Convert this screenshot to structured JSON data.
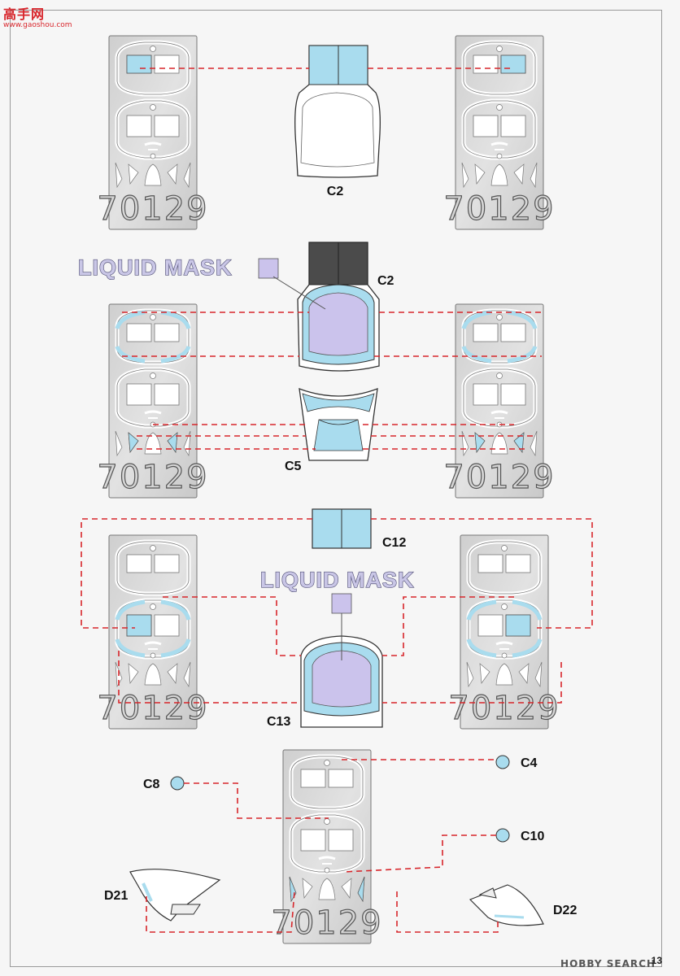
{
  "watermark": {
    "site_name": "高手网",
    "site_url": "www.gaoshou.com"
  },
  "sheet_number": "70129",
  "liquid_mask_label": "LIQUID MASK",
  "parts": {
    "c2_top": "C2",
    "c2_mid": "C2",
    "c5": "C5",
    "c12": "C12",
    "c13": "C13",
    "c4": "C4",
    "c8": "C8",
    "c10": "C10",
    "d21": "D21",
    "d22": "D22"
  },
  "footer": {
    "source_logo": "HOBBY SEARCH",
    "page_number": "13"
  },
  "colors": {
    "mask_blue": "#a9dcee",
    "liquid_mask": "#cbc3ec",
    "dash_red": "#d7262b",
    "sheet_gray": "#d6d6d6",
    "dark_canopy": "#4b4b4b"
  },
  "icons": [
    "frog-logo-icon",
    "star-logo-icon",
    "hobby-search-logo-icon"
  ]
}
